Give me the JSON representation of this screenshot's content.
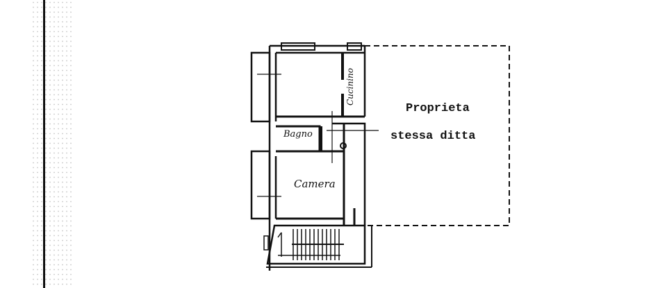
{
  "document": {
    "type": "floor-plan-scan",
    "colors": {
      "ink": "#111111",
      "paper": "#ffffff"
    }
  },
  "rooms": [
    {
      "id": "kitchen",
      "label": "Cucinino"
    },
    {
      "id": "bathroom",
      "label": "Bagno"
    },
    {
      "id": "bedroom",
      "label": "Camera"
    }
  ],
  "annotation": {
    "line1": "Proprieta",
    "line2": "stessa ditta"
  }
}
